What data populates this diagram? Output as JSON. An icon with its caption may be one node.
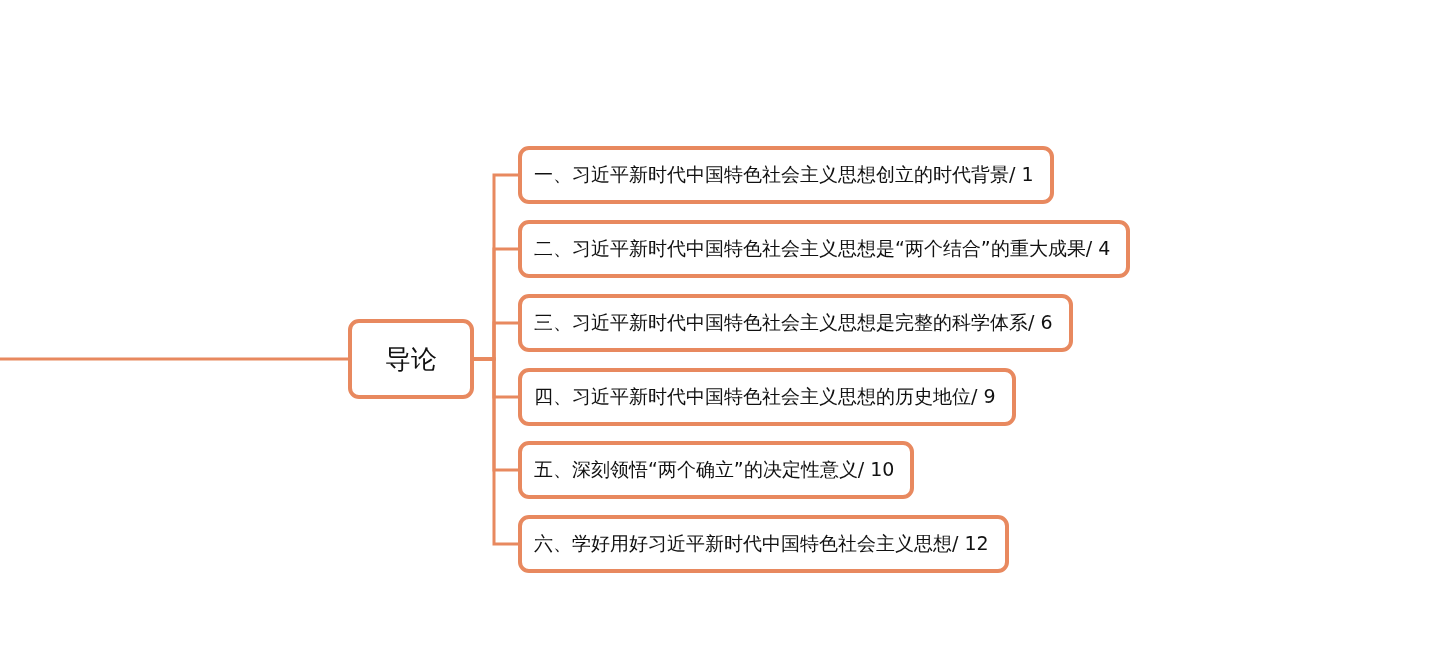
{
  "diagram": {
    "nodes": [
      {
        "text": [
          "导论"
        ]
      },
      {
        "text": [
          "一、习近平新时代中国特色社会主义思想创立的时代背景/ 1"
        ]
      },
      {
        "text": [
          "二、习近平新时代中国特色社会主义思想是“两个结合”的重大成果/ 4"
        ]
      },
      {
        "text": [
          "三、习近平新时代中国特色社会主义思想是完整的科学体系/ 6"
        ]
      },
      {
        "text": [
          "四、习近平新时代中国特色社会主义思想的历史地位/ 9"
        ]
      },
      {
        "text": [
          "五、深刻领悟“两个确立”的决定性意义/ 10"
        ]
      },
      {
        "text": [
          "六、学好用好习近平新时代中国特色社会主义思想/ 12"
        ]
      }
    ],
    "edges": [
      {
        "from": null,
        "to": 0,
        "arrow": "none"
      },
      {
        "from": 0,
        "to": 1,
        "arrow": "none"
      },
      {
        "from": 0,
        "to": 2,
        "arrow": "none"
      },
      {
        "from": 0,
        "to": 3,
        "arrow": "none"
      },
      {
        "from": 0,
        "to": 4,
        "arrow": "none"
      },
      {
        "from": 0,
        "to": 5,
        "arrow": "none"
      },
      {
        "from": 0,
        "to": 6,
        "arrow": "none"
      }
    ]
  }
}
